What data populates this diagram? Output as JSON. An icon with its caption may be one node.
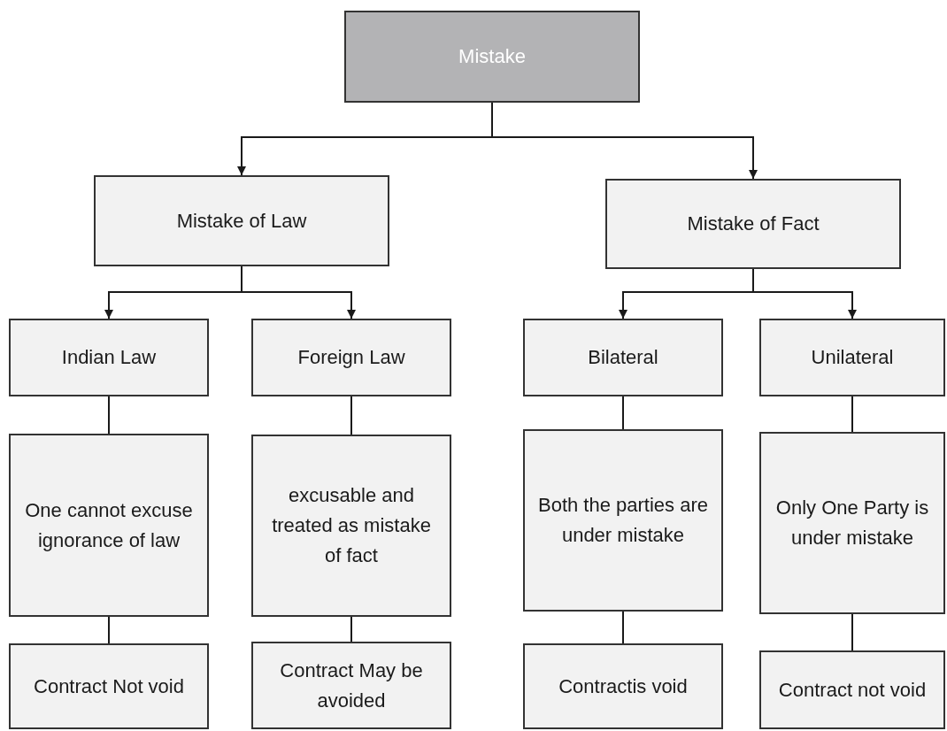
{
  "diagram": {
    "nodes": [
      {
        "text": [
          "Mistake"
        ]
      },
      {
        "text": [
          "Mistake of Law"
        ]
      },
      {
        "text": [
          "Mistake of Fact"
        ]
      },
      {
        "text": [
          "Indian Law"
        ]
      },
      {
        "text": [
          "Foreign Law"
        ]
      },
      {
        "text": [
          "Bilateral"
        ]
      },
      {
        "text": [
          "Unilateral"
        ]
      },
      {
        "text": [
          "One cannot excuse ignorance of law"
        ]
      },
      {
        "text": [
          "excusable and treated as mistake of fact"
        ]
      },
      {
        "text": [
          "Both the parties are under mistake"
        ]
      },
      {
        "text": [
          "Only One Party is under mistake"
        ]
      },
      {
        "text": [
          "Contract Not void"
        ]
      },
      {
        "text": [
          "Contract May be avoided"
        ]
      },
      {
        "text": [
          "Contractis void"
        ]
      },
      {
        "text": [
          "Contract not void"
        ]
      }
    ],
    "edges": [
      {
        "from": 0,
        "to": 1,
        "arrow": "to"
      },
      {
        "from": 0,
        "to": 2,
        "arrow": "to"
      },
      {
        "from": 1,
        "to": 3,
        "arrow": "to"
      },
      {
        "from": 1,
        "to": 4,
        "arrow": "to"
      },
      {
        "from": 2,
        "to": 5,
        "arrow": "to"
      },
      {
        "from": 2,
        "to": 6,
        "arrow": "to"
      },
      {
        "from": 3,
        "to": 7,
        "arrow": "none"
      },
      {
        "from": 4,
        "to": 8,
        "arrow": "none"
      },
      {
        "from": 5,
        "to": 9,
        "arrow": "none"
      },
      {
        "from": 6,
        "to": 10,
        "arrow": "none"
      },
      {
        "from": 7,
        "to": 11,
        "arrow": "none"
      },
      {
        "from": 8,
        "to": 12,
        "arrow": "none"
      },
      {
        "from": 9,
        "to": 13,
        "arrow": "none"
      },
      {
        "from": 10,
        "to": 14,
        "arrow": "none"
      }
    ]
  }
}
